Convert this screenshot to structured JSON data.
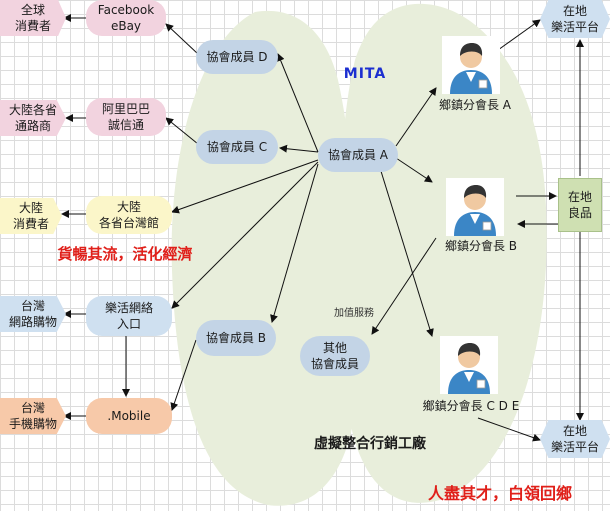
{
  "title": "MITA",
  "factory_label": "虛擬整合行銷工廠",
  "slogan_top": "貨暢其流，活化經濟",
  "slogan_bottom": "人盡其才，白領回鄉",
  "value_added": "加值服務",
  "members": {
    "a": "協會成員 A",
    "b": "協會成員 B",
    "c": "協會成員 C",
    "d": "協會成員 D",
    "other": "其他\n協會成員"
  },
  "chiefs": {
    "a": "鄉鎮分會長 A",
    "b": "鄉鎮分會長 B",
    "cde": "鄉鎮分會長 C D E"
  },
  "platforms": {
    "top": "在地\n樂活平台",
    "bottom": "在地\n樂活平台"
  },
  "local_goods": "在地\n良品",
  "channels": {
    "facebook": "Facebook\neBay",
    "alibaba": "阿里巴巴\n誠信通",
    "mainland_hall": "大陸\n各省台灣館",
    "lohas_net": "樂活網絡\n入口",
    "mobile": ".Mobile"
  },
  "consumers": {
    "global": "全球\n消費者",
    "mainland_dist": "大陸各省\n通路商",
    "mainland": "大陸\n消費者",
    "tw_net": "台灣\n網路購物",
    "tw_mobile": "台灣\n手機購物"
  },
  "colors": {
    "pill": "#c3d4e6",
    "blob": "#e9efdc",
    "slogan": "#e0201a",
    "title": "#1c2fd0"
  },
  "icons": [
    "user-icon",
    "user-icon",
    "user-icon"
  ]
}
